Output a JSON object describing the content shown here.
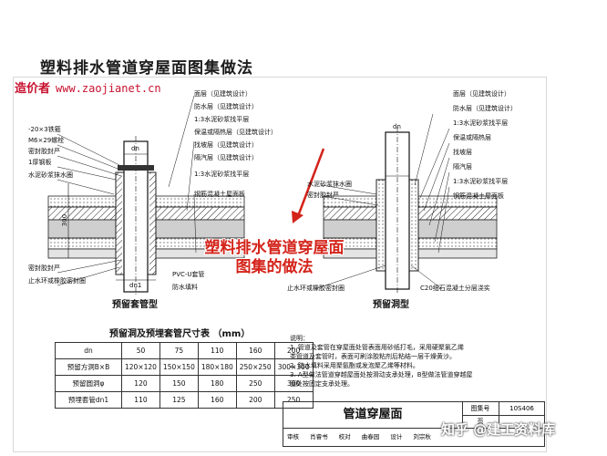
{
  "slide_title": "塑料排水管道穿屋面图集做法",
  "watermark_top": {
    "site": "造价者",
    "url": "www.zaojianet.cn"
  },
  "callout": {
    "line1": "塑料排水管道穿屋面",
    "line2": "图集的做法"
  },
  "left_detail": {
    "caption": "预留套管型",
    "layers": [
      "面层（见建筑设计）",
      "防水层（见建筑设计）",
      "1:3水泥砂浆找平层",
      "保温或隔热层（见建筑设计）",
      "找坡层（见建筑设计）",
      "隔汽层（见建筑设计）",
      "1:3水泥砂浆找平层",
      "钢筋混凝土屋面板"
    ],
    "parts": [
      "-20×3铁箍",
      "M6×29螺栓",
      "密封胶封严",
      "1厚钢板",
      "水泥砂浆抹水圈",
      "密封胶封严",
      "止水环或橡胶密封圈"
    ],
    "bottom_labels": [
      "PVC-U套管",
      "防水填料"
    ],
    "dims": [
      "dn",
      "dn1",
      "300"
    ]
  },
  "right_detail": {
    "caption": "预留洞型",
    "layers": [
      "面层（见建筑设计）",
      "防水层（见建筑设计）",
      "1:3水泥砂浆找平层",
      "保温或隔热层",
      "找坡层",
      "隔汽层",
      "1:3水泥砂浆找平层",
      "钢筋混凝土屋面板"
    ],
    "parts": [
      "水泥砂浆抹水圈",
      "密封胶封严",
      "止水环或橡胶密封圈"
    ],
    "bottom_labels": [
      "C20细石混凝土分层浇实"
    ],
    "dims": [
      "dn"
    ]
  },
  "table": {
    "title": "预留洞及预埋套管尺寸表 （mm）",
    "rows": [
      {
        "label": "dn",
        "values": [
          "50",
          "75",
          "110",
          "160",
          "200"
        ]
      },
      {
        "label": "预留方洞B×B",
        "values": [
          "120×120",
          "150×150",
          "180×180",
          "250×250",
          "300×300"
        ]
      },
      {
        "label": "预留圆洞φ",
        "values": [
          "120",
          "150",
          "180",
          "250",
          "300"
        ]
      },
      {
        "label": "预埋套管dn1",
        "values": [
          "110",
          "125",
          "160",
          "200",
          "250"
        ]
      }
    ]
  },
  "notes": {
    "heading": "说明：",
    "items": [
      "1. 管道及套管在穿屋面处管表面用砂纸打毛，采用硬聚氯乙烯",
      "    类管道及套管时，表面可刷涂胶粘剂后粘结一层干燥黄沙。",
      "2. 防水填料采用聚氨酯或发泡聚乙烯等材料。",
      "3. A型做法管道穿越屋面处按滑动支承处理，B型做法管道穿越屋",
      "    面处按固定支承处理。"
    ]
  },
  "title_block": {
    "name": "管道穿屋面",
    "atlas_label": "图集号",
    "atlas_no": "10S406",
    "page_label": "页",
    "page_no": "",
    "sign_row": [
      "审核",
      "肖睿书",
      "校对",
      "曲春园",
      "设计",
      "刘宗秋"
    ]
  },
  "watermark_bottom": "知乎 @建工资料库"
}
